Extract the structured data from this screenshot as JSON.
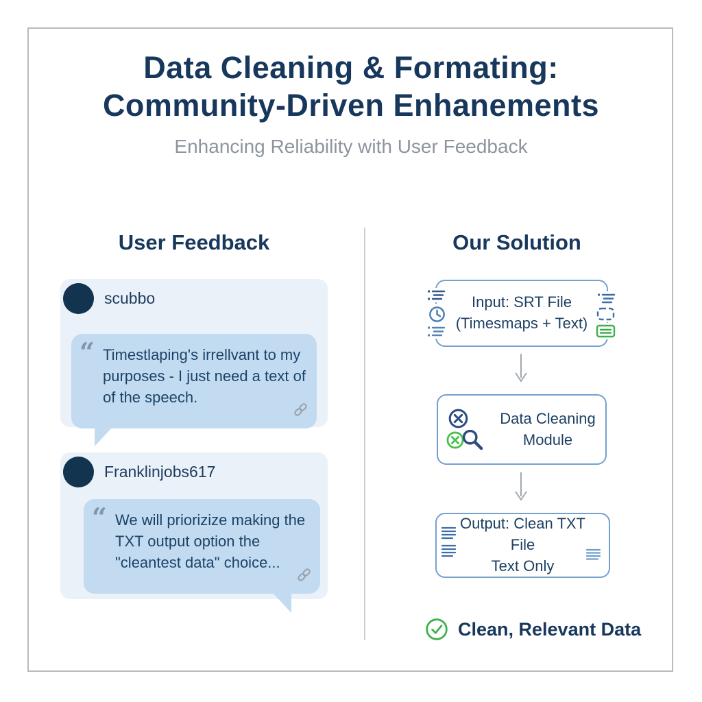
{
  "header": {
    "title_line1": "Data Cleaning & Formating:",
    "title_line2": "Community-Driven Enhanements",
    "subtitle": "Enhancing Reliability with User Feedback"
  },
  "feedback": {
    "heading": "User Feedback",
    "quote_mark": "“",
    "items": [
      {
        "username": "scubbo",
        "quote": "Timestlaping's irrellvant to my purposes - I just need a text of of the speech."
      },
      {
        "username": "Franklinjobs617",
        "quote": "We will priorizize making the TXT output option the \"cleantest data\" choice..."
      }
    ]
  },
  "solution": {
    "heading": "Our Solution",
    "steps": [
      {
        "line1": "Input: SRT File",
        "line2": "(Timesmaps + Text)"
      },
      {
        "line1": "Data Cleaning",
        "line2": "Module"
      },
      {
        "line1": "Output: Clean TXT File",
        "line2": "Text Only"
      }
    ],
    "result": "Clean, Relevant Data"
  },
  "colors": {
    "title_navy": "#17375c",
    "body_navy": "#1d4063",
    "subtitle_gray": "#8e949e",
    "frame_gray": "#b6bbc0",
    "card_bg": "#eaf1f9",
    "bubble_bg": "#c2dbf1",
    "avatar_navy": "#13344f",
    "box_border_blue": "#74a0cf",
    "icon_steel_blue": "#4a7fb5",
    "icon_navy": "#2b4d7f",
    "accent_green": "#3cb14a",
    "arrow_gray": "#a2a8ae",
    "link_gray": "#9aa2ab"
  }
}
